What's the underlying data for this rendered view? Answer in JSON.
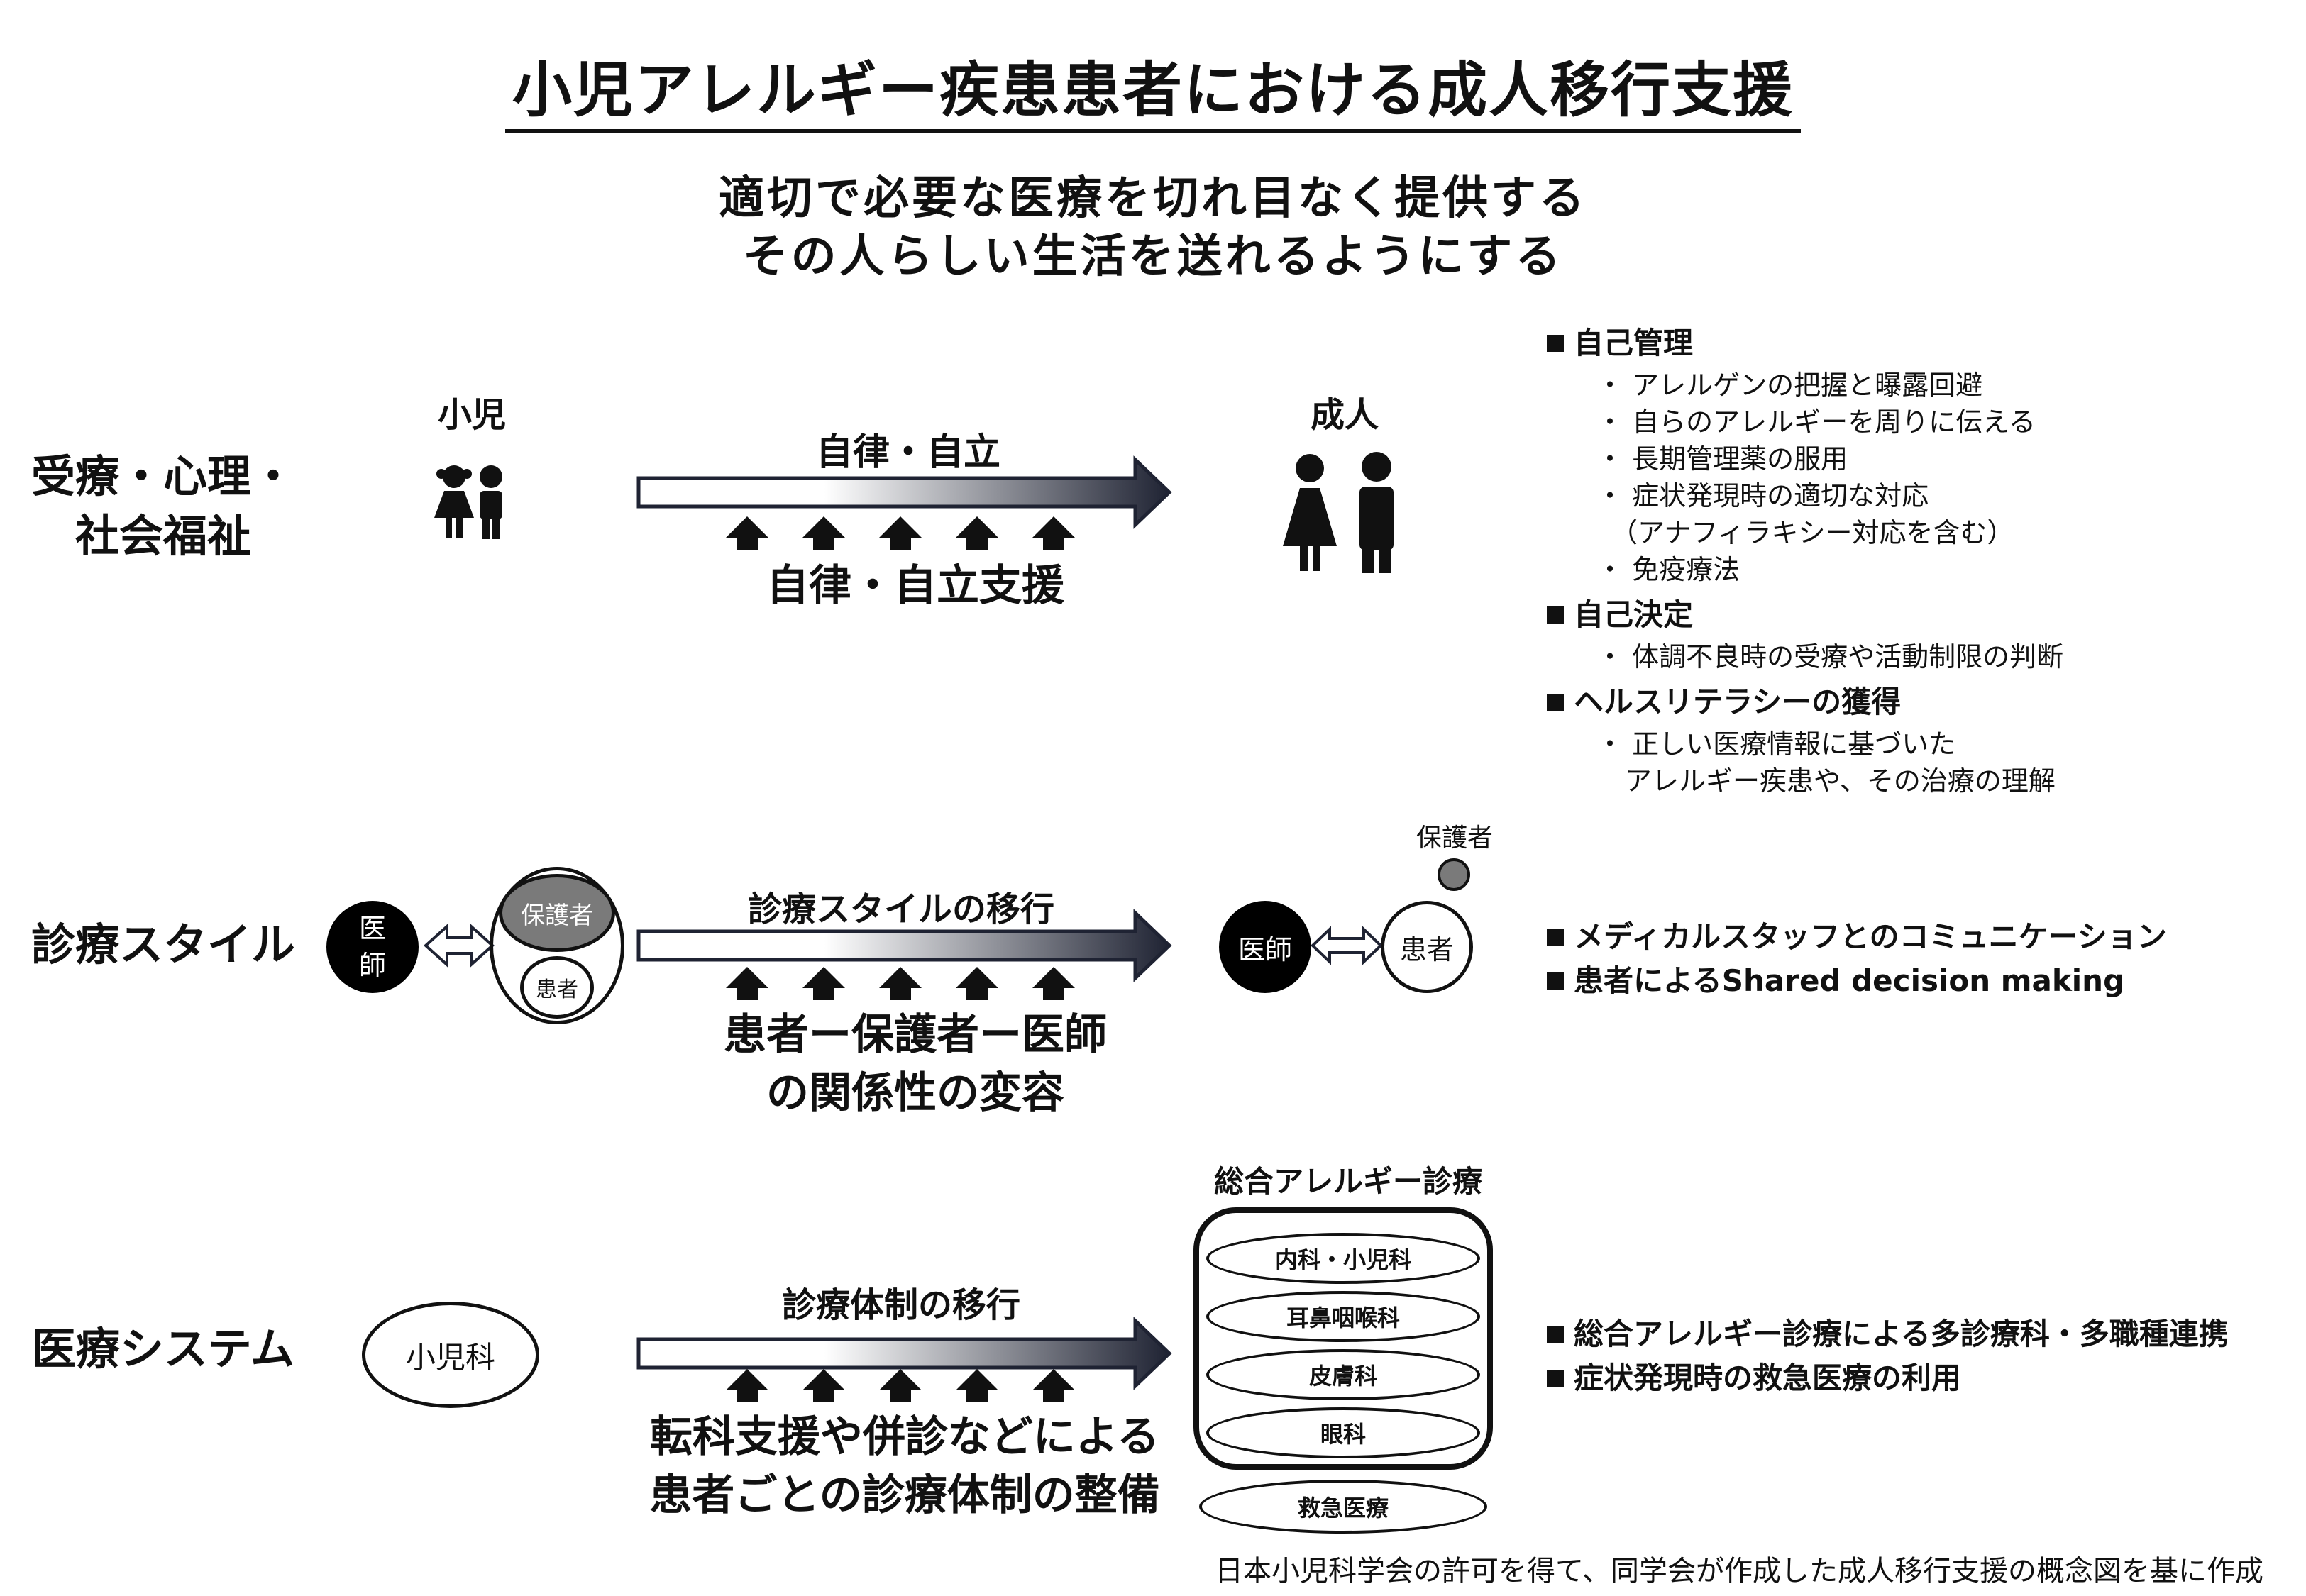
{
  "title": "小児アレルギー疾患患者における成人移行支援",
  "subtitle_lines": [
    "適切で必要な医療を切れ目なく提供する",
    "その人らしい生活を送れるようにする"
  ],
  "rows": {
    "row1": {
      "label": [
        "受療・心理・",
        "社会福祉"
      ],
      "child_label": "小児",
      "adult_label": "成人",
      "arrow_label": "自律・自立",
      "support_label": "自律・自立支援",
      "right": {
        "sections": [
          {
            "heading": "自己管理",
            "bullets": [
              "アレルゲンの把握と曝露回避",
              "自らのアレルギーを周りに伝える",
              "長期管理薬の服用",
              "症状発現時の適切な対応",
              "（アナフィラキシー対応を含む）",
              "免疫療法"
            ]
          },
          {
            "heading": "自己決定",
            "bullets": [
              "体調不良時の受療や活動制限の判断"
            ]
          },
          {
            "heading": "ヘルスリテラシーの獲得",
            "bullets": [
              "正しい医療情報に基づいた",
              "アレルギー疾患や、その治療の理解"
            ]
          }
        ]
      }
    },
    "row2": {
      "label": [
        "診療スタイル"
      ],
      "doctor_label": "医\n師",
      "guardian_label": "保護者",
      "patient_label": "患者",
      "arrow_label": "診療スタイルの移行",
      "support_lines": [
        "患者ー保護者ー医師",
        "の関係性の変容"
      ],
      "adult_doctor_label": "医師",
      "adult_patient_label": "患者",
      "adult_guardian_label": "保護者",
      "right": [
        "メディカルスタッフとのコミュニケーション",
        "患者によるShared decision making"
      ]
    },
    "row3": {
      "label": [
        "医療システム"
      ],
      "pediatrics_label": "小児科",
      "arrow_label": "診療体制の移行",
      "support_lines": [
        "転科支援や併診などによる",
        "患者ごとの診療体制の整備"
      ],
      "clinic_title": "総合アレルギー診療",
      "departments": [
        "内科・小児科",
        "耳鼻咽喉科",
        "皮膚科",
        "眼科"
      ],
      "emergency_label": "救急医療",
      "right": [
        "総合アレルギー診療による多診療科・多職種連携",
        "症状発現時の救急医療の利用"
      ]
    }
  },
  "footnote": "日本小児科学会の許可を得て、同学会が作成した成人移行支援の概念図を基に作成"
}
